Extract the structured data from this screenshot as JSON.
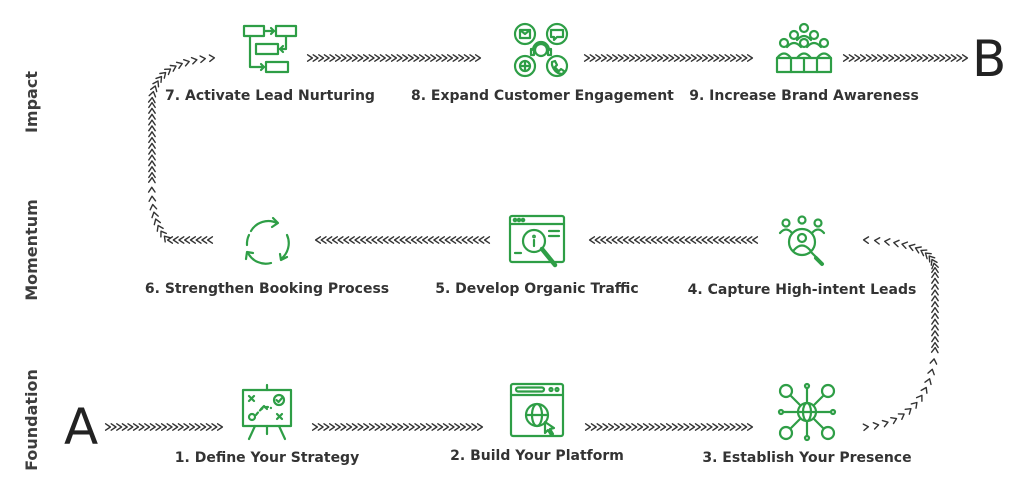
{
  "accent_color": "#2e9e46",
  "arrow_color": "#333333",
  "rows": {
    "impact": "Impact",
    "momentum": "Momentum",
    "foundation": "Foundation"
  },
  "endpoints": {
    "start": "A",
    "end": "B"
  },
  "steps": [
    {
      "label": "1. Define Your Strategy",
      "icon": "strategy-board-icon"
    },
    {
      "label": "2. Build Your Platform",
      "icon": "browser-globe-icon"
    },
    {
      "label": "3. Establish Your Presence",
      "icon": "network-globe-icon"
    },
    {
      "label": "4. Capture High-intent Leads",
      "icon": "user-search-icon"
    },
    {
      "label": "5.  Develop Organic Traffic",
      "icon": "web-search-icon"
    },
    {
      "label": "6. Strengthen Booking Process",
      "icon": "cycle-arrows-icon"
    },
    {
      "label": "7. Activate Lead Nurturing",
      "icon": "workflow-boxes-icon"
    },
    {
      "label": "8. Expand Customer Engagement",
      "icon": "support-channels-icon"
    },
    {
      "label": "9. Increase Brand Awareness",
      "icon": "audience-icon"
    }
  ]
}
